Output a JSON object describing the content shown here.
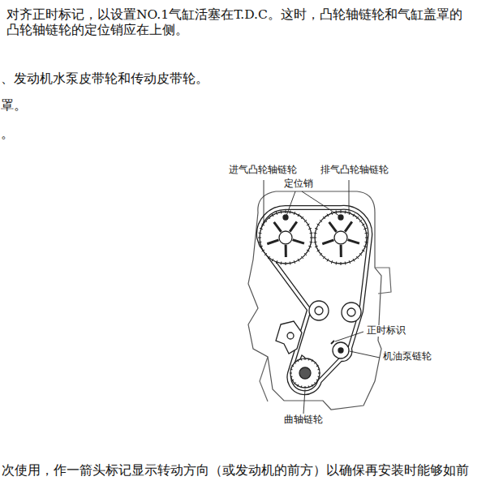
{
  "diagram": {
    "labels": [
      "对齐正时标记，以设置NO.1气缸活塞在T.D.C。这时，凸轮轴链轮和气缸盖罩的",
      "凸轮轴链轮的定位销应在上侧。",
      "、发动机水泵皮带轮和传动皮带轮。",
      "罩。",
      "。",
      "进气凸轮轴链轮",
      "排气凸轮轴链轮",
      "定位销",
      "正时标识",
      "机油泵链轮",
      "曲轴链轮",
      "次使用，作一箭头标记显示转动方向（或发动机的前方）以确保再安装时能够如前"
    ]
  }
}
